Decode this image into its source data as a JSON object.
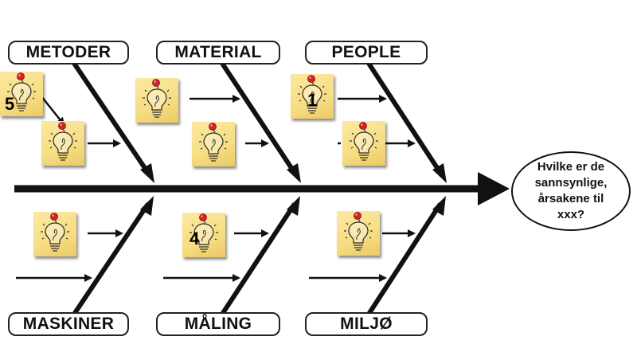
{
  "categories": {
    "top": [
      "METODER",
      "MATERIAL",
      "PEOPLE"
    ],
    "bottom": [
      "MASKINER",
      "MÅLING",
      "MILJØ"
    ]
  },
  "effect": {
    "line1": "Hvilke er de",
    "line2": "sannsynlige,",
    "line3": "årsakene til",
    "line4": "xxx?"
  },
  "note_numbers": {
    "metoder": "5",
    "people": "1",
    "maling": "4"
  },
  "icons": {
    "note": "lightbulb-icon",
    "pin": "pushpin-icon"
  },
  "colors": {
    "line": "#111111",
    "note": "#f7dd83",
    "pin": "#d8202a"
  }
}
